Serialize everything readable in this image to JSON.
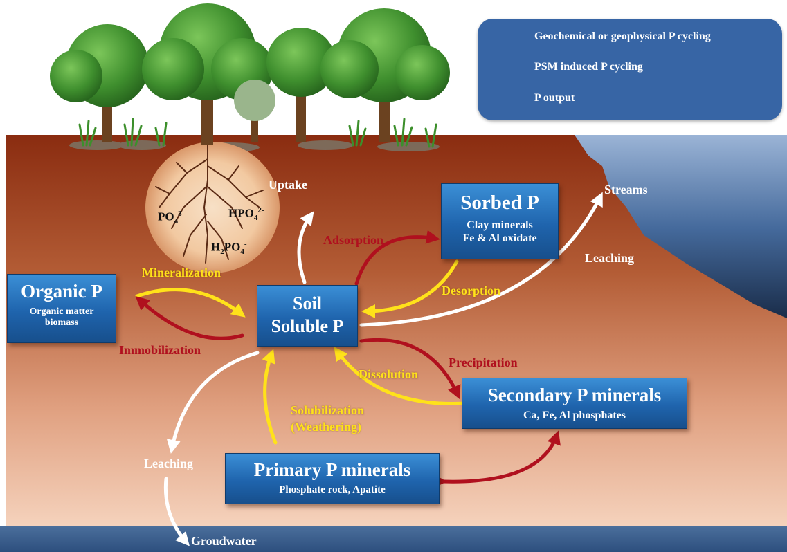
{
  "legend": {
    "items": [
      {
        "label": "Geochemical or geophysical P cycling",
        "color": "#b0101e"
      },
      {
        "label": "PSM induced P cycling",
        "color": "#ffe21a"
      },
      {
        "label": "P output",
        "color": "#ffffff"
      }
    ]
  },
  "boxes": {
    "organic": {
      "title": "Organic P",
      "sub1": "Organic matter",
      "sub2": "biomass"
    },
    "soil": {
      "line1": "Soil",
      "line2": "Soluble P"
    },
    "sorbed": {
      "title": "Sorbed P",
      "sub1": "Clay minerals",
      "sub2": "Fe & Al oxidate"
    },
    "secondary": {
      "title": "Secondary P minerals",
      "sub1": "Ca, Fe, Al phosphates"
    },
    "primary": {
      "title": "Primary P minerals",
      "sub1": "Phosphate rock, Apatite"
    }
  },
  "labels": {
    "mineralization": "Mineralization",
    "immobilization": "Immobilization",
    "adsorption": "Adsorption",
    "desorption": "Desorption",
    "precipitation": "Precipitation",
    "dissolution": "Dissolution",
    "solubilization": "Solubilization",
    "weathering": "(Weathering)",
    "uptake": "Uptake",
    "streams": "Streams",
    "leaching_right": "Leaching",
    "leaching_left": "Leaching",
    "groundwater": "Groudwater"
  },
  "ions": {
    "po4": {
      "base": "PO",
      "sub": "4",
      "sup": "3-"
    },
    "hpo4": {
      "base": "HPO",
      "sub": "4",
      "sup": "2-"
    },
    "h2po4": {
      "pre": "H",
      "presub": "2",
      "base": "PO",
      "sub": "4",
      "sup": "-"
    }
  },
  "colors": {
    "soil_top": "#8a2c10",
    "soil_bottom": "#f1c3a8",
    "sky_water": "#4d6f9f",
    "box_blue": "#2268b2",
    "legend_bg": "#3765a5",
    "red_arrow": "#b0101e",
    "yellow_arrow": "#ffe21a"
  }
}
